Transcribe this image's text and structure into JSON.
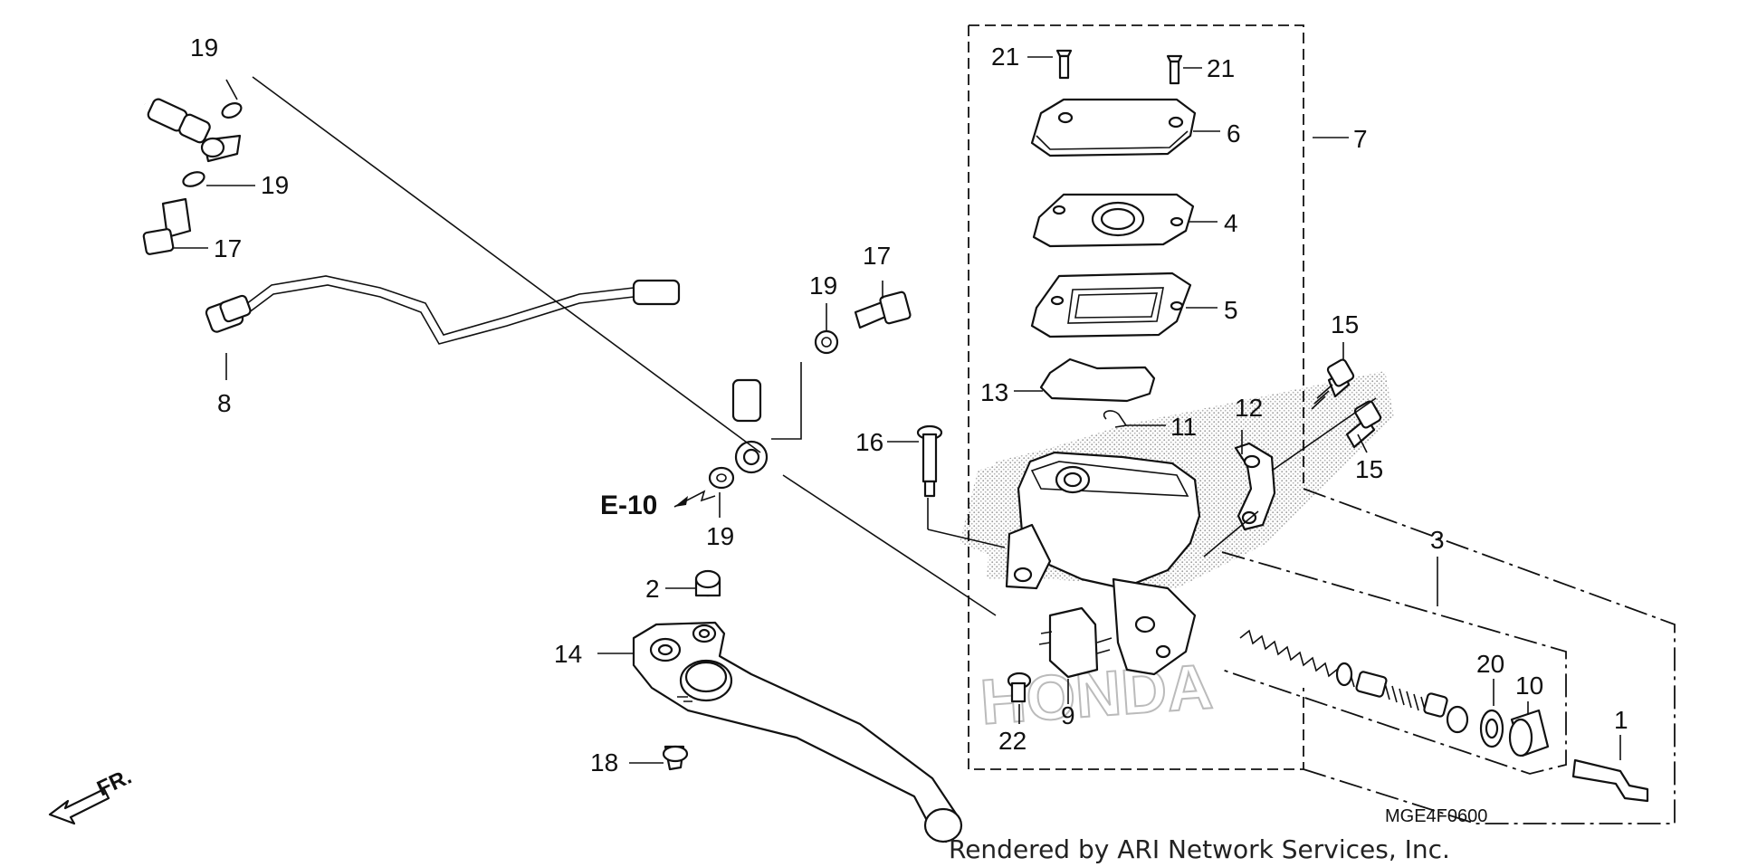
{
  "diagram": {
    "callouts": [
      "1",
      "2",
      "3",
      "4",
      "5",
      "6",
      "7",
      "8",
      "9",
      "10",
      "11",
      "12",
      "13",
      "14",
      "15",
      "16",
      "17",
      "18",
      "19",
      "20",
      "21",
      "22"
    ],
    "labels": {
      "n1": "1",
      "n2": "2",
      "n3": "3",
      "n4": "4",
      "n5": "5",
      "n6": "6",
      "n7": "7",
      "n8": "8",
      "n9": "9",
      "n10": "10",
      "n11": "11",
      "n12": "12",
      "n13": "13",
      "n14": "14",
      "n15a": "15",
      "n15b": "15",
      "n16": "16",
      "n17a": "17",
      "n17b": "17",
      "n18": "18",
      "n19a": "19",
      "n19b": "19",
      "n19c": "19",
      "n19d": "19",
      "n20": "20",
      "n21a": "21",
      "n21b": "21",
      "n22": "22"
    },
    "reference": "E-10",
    "front_marker": "FR.",
    "diagram_code": "MGE4F0600",
    "credit": "Rendered by ARI Network Services, Inc.",
    "watermark": "HONDA"
  }
}
